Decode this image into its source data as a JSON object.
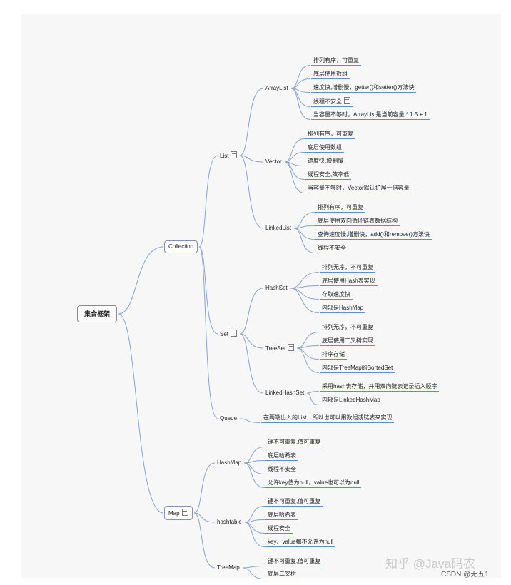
{
  "diagram": {
    "root": "集合框架",
    "nodes": [
      {
        "id": "collection",
        "label": "Collection",
        "parent": "root",
        "kind": "box"
      },
      {
        "id": "list",
        "label": "List",
        "parent": "collection",
        "note": true
      },
      {
        "id": "arraylist",
        "label": "ArrayList",
        "parent": "list"
      },
      {
        "id": "al1",
        "label": "排列有序，可重复",
        "parent": "arraylist",
        "kind": "leaf"
      },
      {
        "id": "al2",
        "label": "底层使用数组",
        "parent": "arraylist",
        "kind": "leaf"
      },
      {
        "id": "al3",
        "label": "速度快,增删慢，getter()和setter()方法快",
        "parent": "arraylist",
        "kind": "leaf"
      },
      {
        "id": "al4",
        "label": "线程不安全",
        "parent": "arraylist",
        "kind": "leaf",
        "note": true
      },
      {
        "id": "al5",
        "label": "当容量不够时，ArrayList是当前容量 * 1.5 + 1",
        "parent": "arraylist",
        "kind": "leaf"
      },
      {
        "id": "vector",
        "label": "Vector",
        "parent": "list"
      },
      {
        "id": "v1",
        "label": "排列有序，可重复",
        "parent": "vector",
        "kind": "leaf"
      },
      {
        "id": "v2",
        "label": "底层使用数组",
        "parent": "vector",
        "kind": "leaf"
      },
      {
        "id": "v3",
        "label": "速度快,增删慢",
        "parent": "vector",
        "kind": "leaf"
      },
      {
        "id": "v4",
        "label": "线程安全,效率低",
        "parent": "vector",
        "kind": "leaf"
      },
      {
        "id": "v5",
        "label": "当容量不够时，Vector默认扩展一倍容量",
        "parent": "vector",
        "kind": "leaf"
      },
      {
        "id": "linkedlist",
        "label": "LinkedList",
        "parent": "list"
      },
      {
        "id": "ll1",
        "label": "排列有序，可重复",
        "parent": "linkedlist",
        "kind": "leaf"
      },
      {
        "id": "ll2",
        "label": "底层使用双向循环链表数据结构",
        "parent": "linkedlist",
        "kind": "leaf"
      },
      {
        "id": "ll3",
        "label": "查询速度慢,增删快，add()和remove()方法快",
        "parent": "linkedlist",
        "kind": "leaf"
      },
      {
        "id": "ll4",
        "label": "线程不安全",
        "parent": "linkedlist",
        "kind": "leaf"
      },
      {
        "id": "set",
        "label": "Set",
        "parent": "collection",
        "note": true
      },
      {
        "id": "hashset",
        "label": "HashSet",
        "parent": "set"
      },
      {
        "id": "hs1",
        "label": "排列无序，不可重复",
        "parent": "hashset",
        "kind": "leaf"
      },
      {
        "id": "hs2",
        "label": "底层使用Hash表实现",
        "parent": "hashset",
        "kind": "leaf"
      },
      {
        "id": "hs3",
        "label": "存取速度快",
        "parent": "hashset",
        "kind": "leaf"
      },
      {
        "id": "hs4",
        "label": "内部是HashMap",
        "parent": "hashset",
        "kind": "leaf"
      },
      {
        "id": "treeset",
        "label": "TreeSet",
        "parent": "set",
        "note": true
      },
      {
        "id": "ts1",
        "label": "排列无序，不可重复",
        "parent": "treeset",
        "kind": "leaf"
      },
      {
        "id": "ts2",
        "label": "底层使用二叉树实现",
        "parent": "treeset",
        "kind": "leaf"
      },
      {
        "id": "ts3",
        "label": "排序存储",
        "parent": "treeset",
        "kind": "leaf"
      },
      {
        "id": "ts4",
        "label": "内部是TreeMap的SortedSet",
        "parent": "treeset",
        "kind": "leaf"
      },
      {
        "id": "linkedhashset",
        "label": "LinkedHashSet",
        "parent": "set"
      },
      {
        "id": "lhs1",
        "label": "采用hash表存储，并用双向链表记录插入顺序",
        "parent": "linkedhashset",
        "kind": "leaf"
      },
      {
        "id": "lhs2",
        "label": "内部是LinkedHashMap",
        "parent": "linkedhashset",
        "kind": "leaf"
      },
      {
        "id": "queue",
        "label": "Queue",
        "parent": "collection"
      },
      {
        "id": "q1",
        "label": "在两端出入的List，所以也可以用数组或链表来实现",
        "parent": "queue",
        "kind": "leaf"
      },
      {
        "id": "map",
        "label": "Map",
        "parent": "root",
        "kind": "box",
        "note": true
      },
      {
        "id": "hashmap",
        "label": "HashMap",
        "parent": "map"
      },
      {
        "id": "hm1",
        "label": "键不可重复,值可重复",
        "parent": "hashmap",
        "kind": "leaf"
      },
      {
        "id": "hm2",
        "label": "底层哈希表",
        "parent": "hashmap",
        "kind": "leaf"
      },
      {
        "id": "hm3",
        "label": "线程不安全",
        "parent": "hashmap",
        "kind": "leaf"
      },
      {
        "id": "hm4",
        "label": "允许key值为null，value也可以为null",
        "parent": "hashmap",
        "kind": "leaf"
      },
      {
        "id": "hashtable",
        "label": "hashtable",
        "parent": "map"
      },
      {
        "id": "ht1",
        "label": "键不可重复,值可重复",
        "parent": "hashtable",
        "kind": "leaf"
      },
      {
        "id": "ht2",
        "label": "底层哈希表",
        "parent": "hashtable",
        "kind": "leaf"
      },
      {
        "id": "ht3",
        "label": "线程安全",
        "parent": "hashtable",
        "kind": "leaf"
      },
      {
        "id": "ht4",
        "label": "key、value都不允许为null",
        "parent": "hashtable",
        "kind": "leaf"
      },
      {
        "id": "treemap",
        "label": "TreeMap",
        "parent": "map"
      },
      {
        "id": "tm1",
        "label": "键不可重复,值可重复",
        "parent": "treemap",
        "kind": "leaf"
      },
      {
        "id": "tm2",
        "label": "底层二叉树",
        "parent": "treemap",
        "kind": "leaf"
      }
    ]
  },
  "watermark": "知乎 @Java码农",
  "credit": "CSDN @无五1",
  "colors": {
    "connector": "#8aa4c8",
    "leaf_underline": "#5b8fd0",
    "box_border": "#7f93ad"
  }
}
